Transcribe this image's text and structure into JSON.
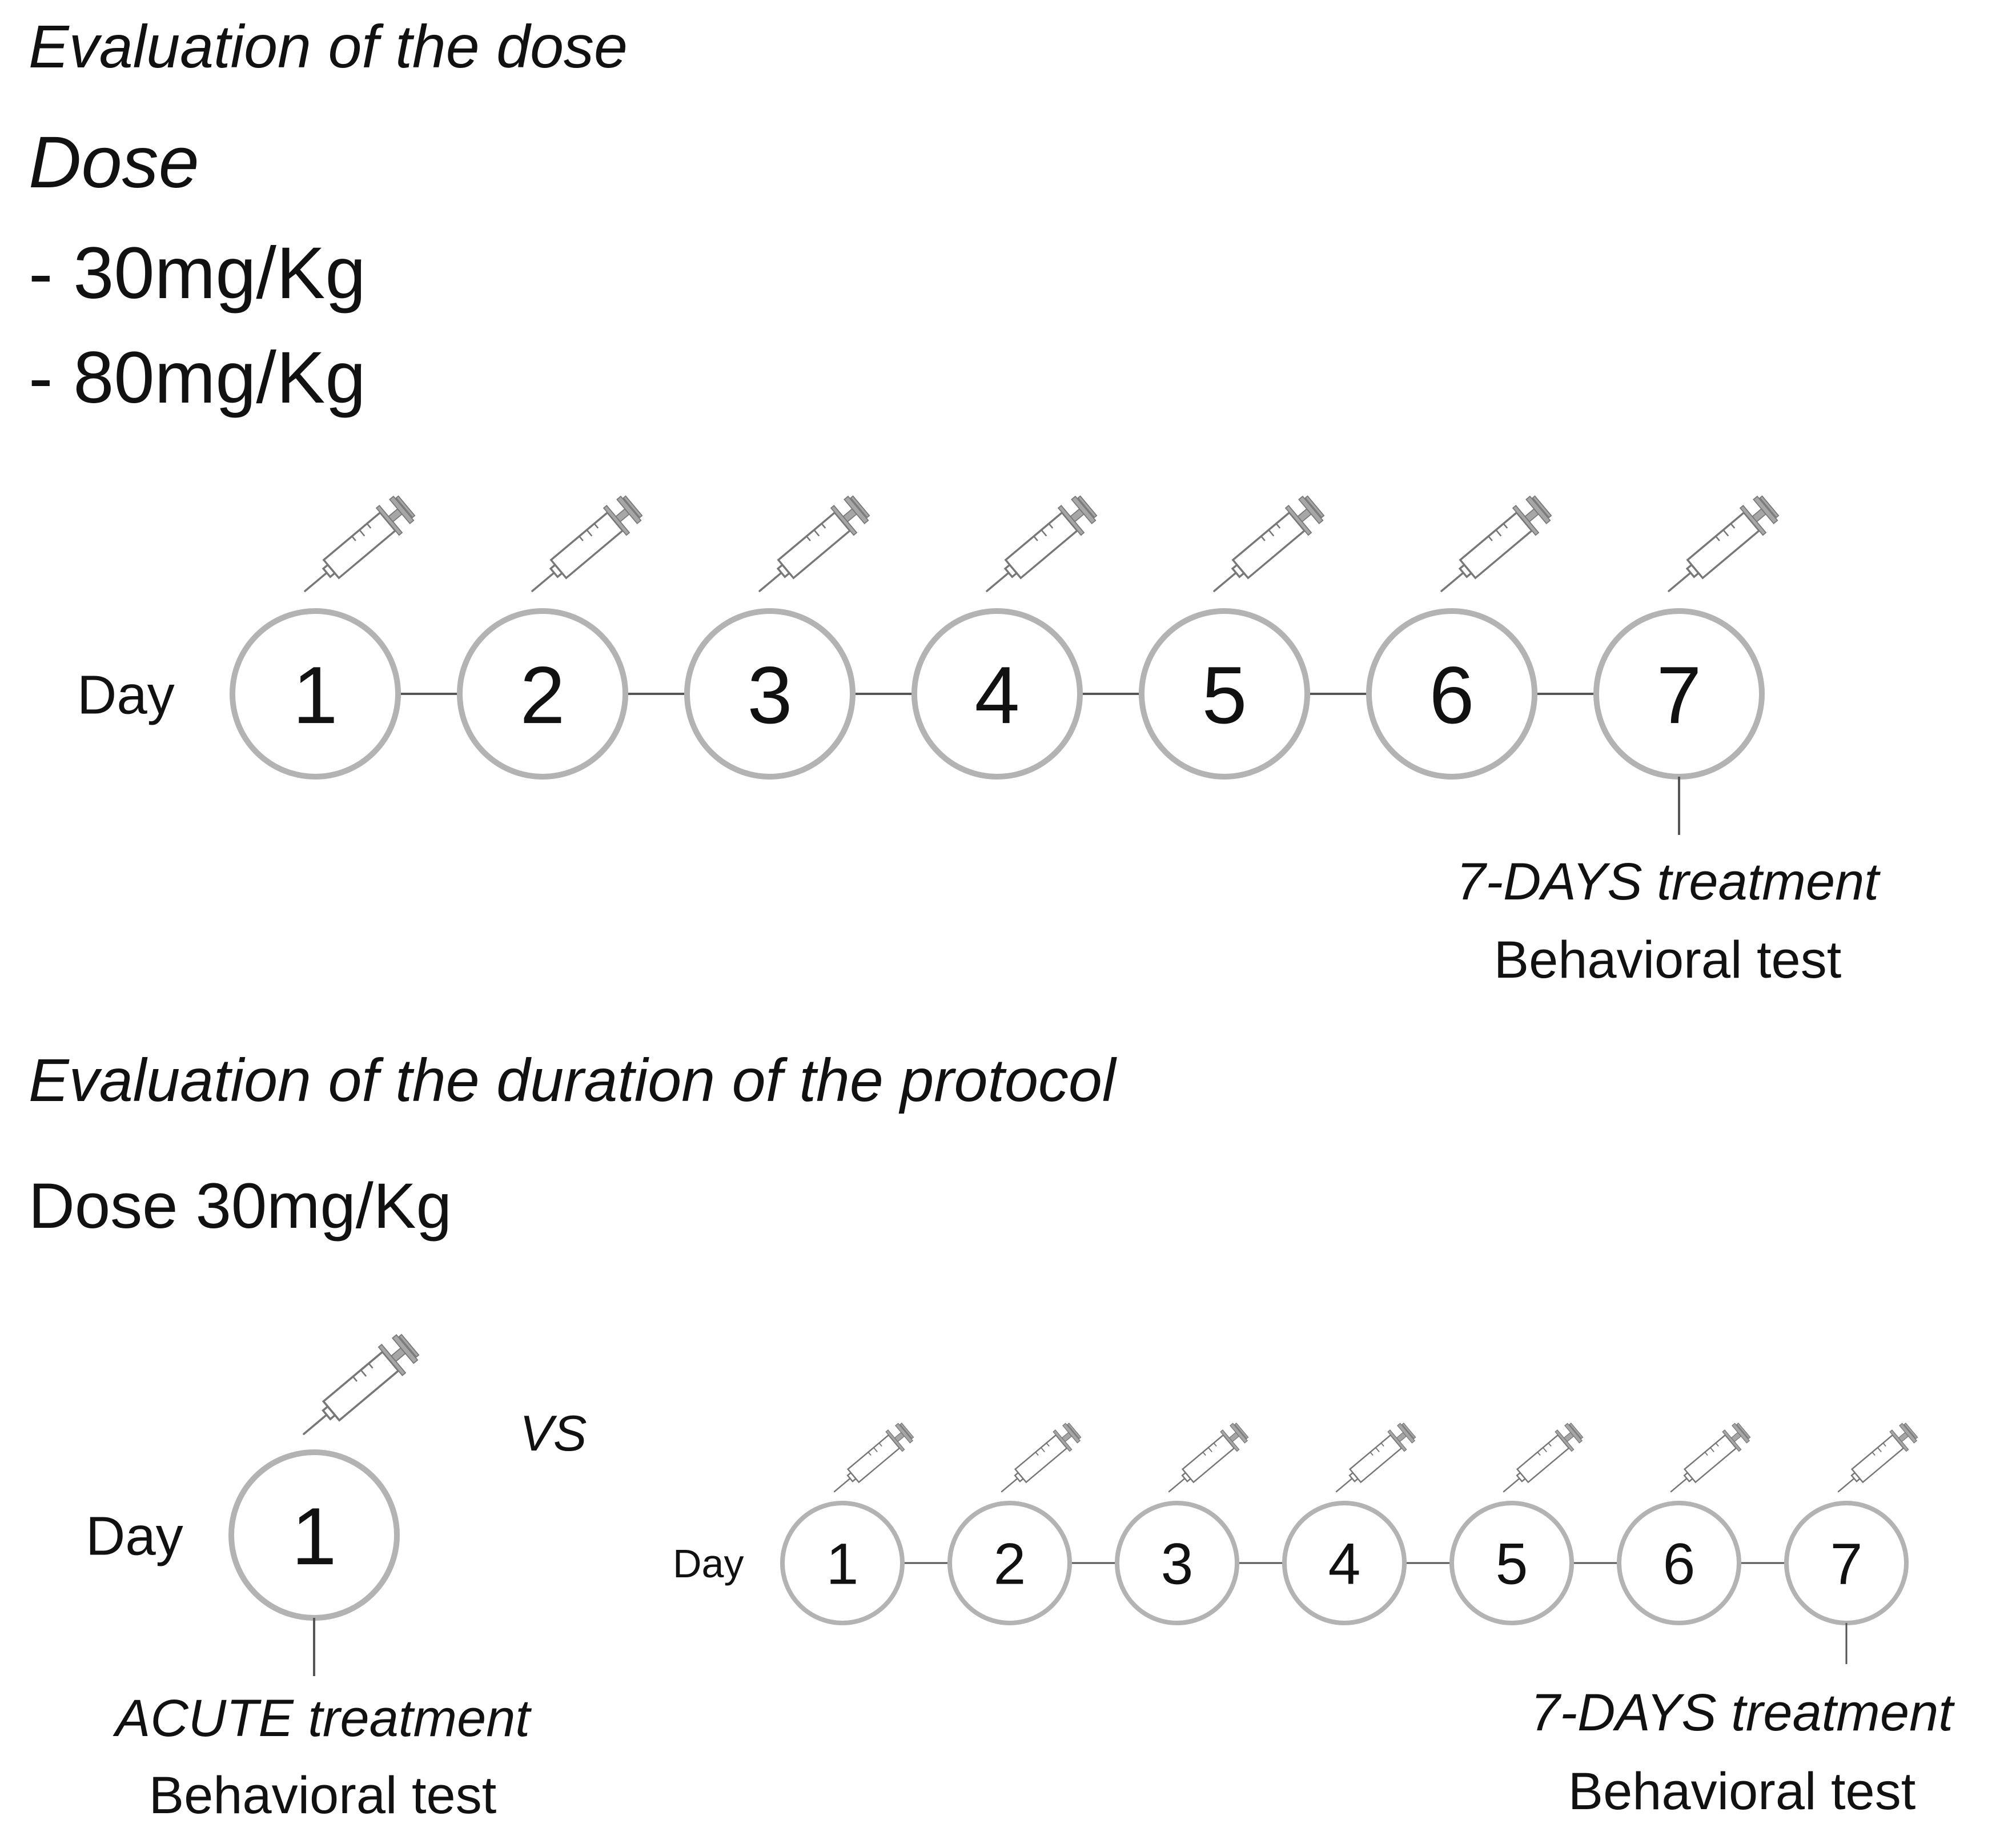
{
  "section1": {
    "title": "Evaluation of the dose",
    "dose_heading": "Dose",
    "doses": [
      "- 30mg/Kg",
      "- 80mg/Kg"
    ],
    "timeline": {
      "day_label": "Day",
      "days": [
        "1",
        "2",
        "3",
        "4",
        "5",
        "6",
        "7"
      ],
      "injections_on_days": [
        1,
        2,
        3,
        4,
        5,
        6,
        7
      ],
      "test_day": 7,
      "note_line1": "7-DAYS treatment",
      "note_line2": "Behavioral test"
    }
  },
  "section2": {
    "title": "Evaluation of the duration of the protocol",
    "dose": "Dose 30mg/Kg",
    "vs": "VS",
    "acute": {
      "day_label": "Day",
      "days": [
        "1"
      ],
      "injections_on_days": [
        1
      ],
      "test_day": 1,
      "note_line1": "ACUTE treatment",
      "note_line2": "Behavioral test"
    },
    "chronic": {
      "day_label": "Day",
      "days": [
        "1",
        "2",
        "3",
        "4",
        "5",
        "6",
        "7"
      ],
      "injections_on_days": [
        1,
        2,
        3,
        4,
        5,
        6,
        7
      ],
      "test_day": 7,
      "note_line1": "7-DAYS treatment",
      "note_line2": "Behavioral test"
    }
  },
  "colors": {
    "circle_stroke": "#b3b3b3",
    "connector": "#555555",
    "syringe_stroke": "#777777",
    "syringe_plunger": "#a6a6a6",
    "text": "#111111"
  },
  "icons": {
    "injection": "syringe-icon"
  }
}
